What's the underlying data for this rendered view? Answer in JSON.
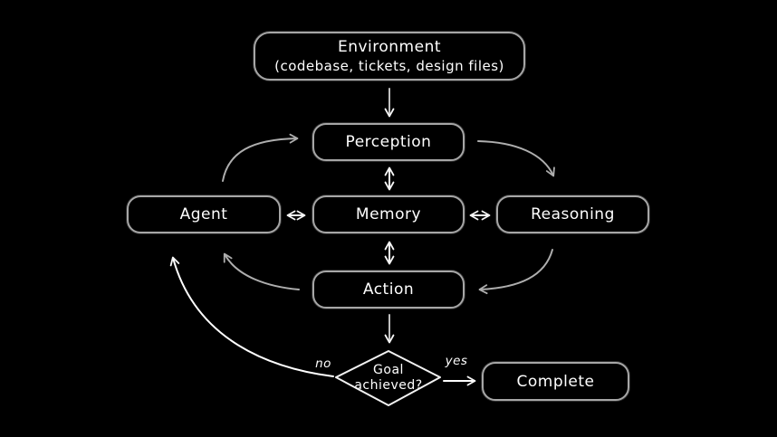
{
  "diagram": {
    "title_hint": "agent-loop-flowchart",
    "nodes": {
      "environment": {
        "line1": "Environment",
        "line2": "(codebase, tickets, design files)"
      },
      "perception": {
        "label": "Perception"
      },
      "agent": {
        "label": "Agent"
      },
      "memory": {
        "label": "Memory"
      },
      "reasoning": {
        "label": "Reasoning"
      },
      "action": {
        "label": "Action"
      },
      "goal": {
        "line1": "Goal",
        "line2": "achieved?"
      },
      "complete": {
        "label": "Complete"
      }
    },
    "edge_labels": {
      "no": "no",
      "yes": "yes"
    },
    "edges": [
      {
        "from": "environment",
        "to": "perception",
        "style": "straight-down"
      },
      {
        "from": "agent",
        "to": "perception",
        "style": "curve"
      },
      {
        "from": "perception",
        "to": "reasoning",
        "style": "curve"
      },
      {
        "from": "reasoning",
        "to": "action",
        "style": "curve"
      },
      {
        "from": "action",
        "to": "agent",
        "style": "curve"
      },
      {
        "from": "perception",
        "to": "memory",
        "style": "double-arrow"
      },
      {
        "from": "memory",
        "to": "action",
        "style": "double-arrow"
      },
      {
        "from": "agent",
        "to": "memory",
        "style": "double-arrow"
      },
      {
        "from": "memory",
        "to": "reasoning",
        "style": "double-arrow"
      },
      {
        "from": "action",
        "to": "goal",
        "style": "straight-down"
      },
      {
        "from": "goal",
        "to": "agent",
        "style": "long-curve",
        "label": "no"
      },
      {
        "from": "goal",
        "to": "complete",
        "style": "straight-right",
        "label": "yes"
      }
    ],
    "colors": {
      "background": "#000000",
      "box_border": "#a6a6a6",
      "connector_gray": "#aeaeae",
      "connector_white": "#f7f7f7",
      "text": "#ffffff"
    }
  }
}
